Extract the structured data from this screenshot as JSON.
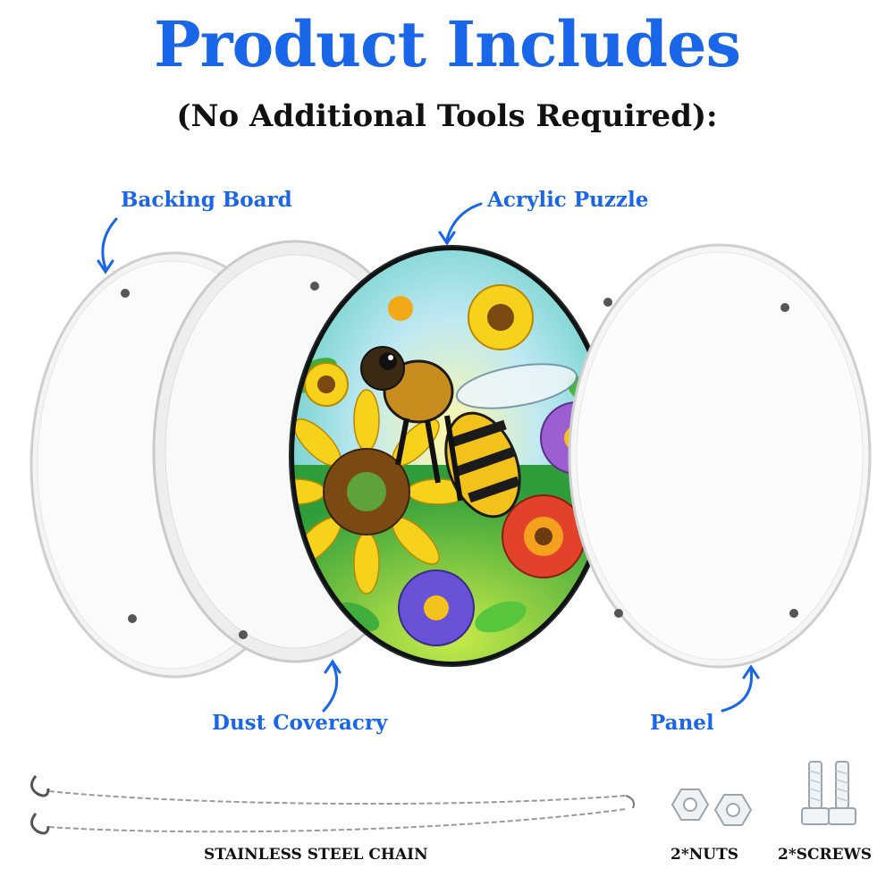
{
  "header": {
    "title": "Product Includes",
    "subtitle": "(No Additional Tools Required):"
  },
  "parts": {
    "backing_board": "Backing Board",
    "acrylic_puzzle": "Acrylic Puzzle",
    "dust_cover": "Dust Coveracry",
    "panel": "Panel"
  },
  "accessories": {
    "chain": "STAINLESS STEEL CHAIN",
    "nuts": "2*NUTS",
    "screws": "2*SCREWS"
  },
  "colors": {
    "accent": "#1a66e8",
    "text": "#111111"
  }
}
